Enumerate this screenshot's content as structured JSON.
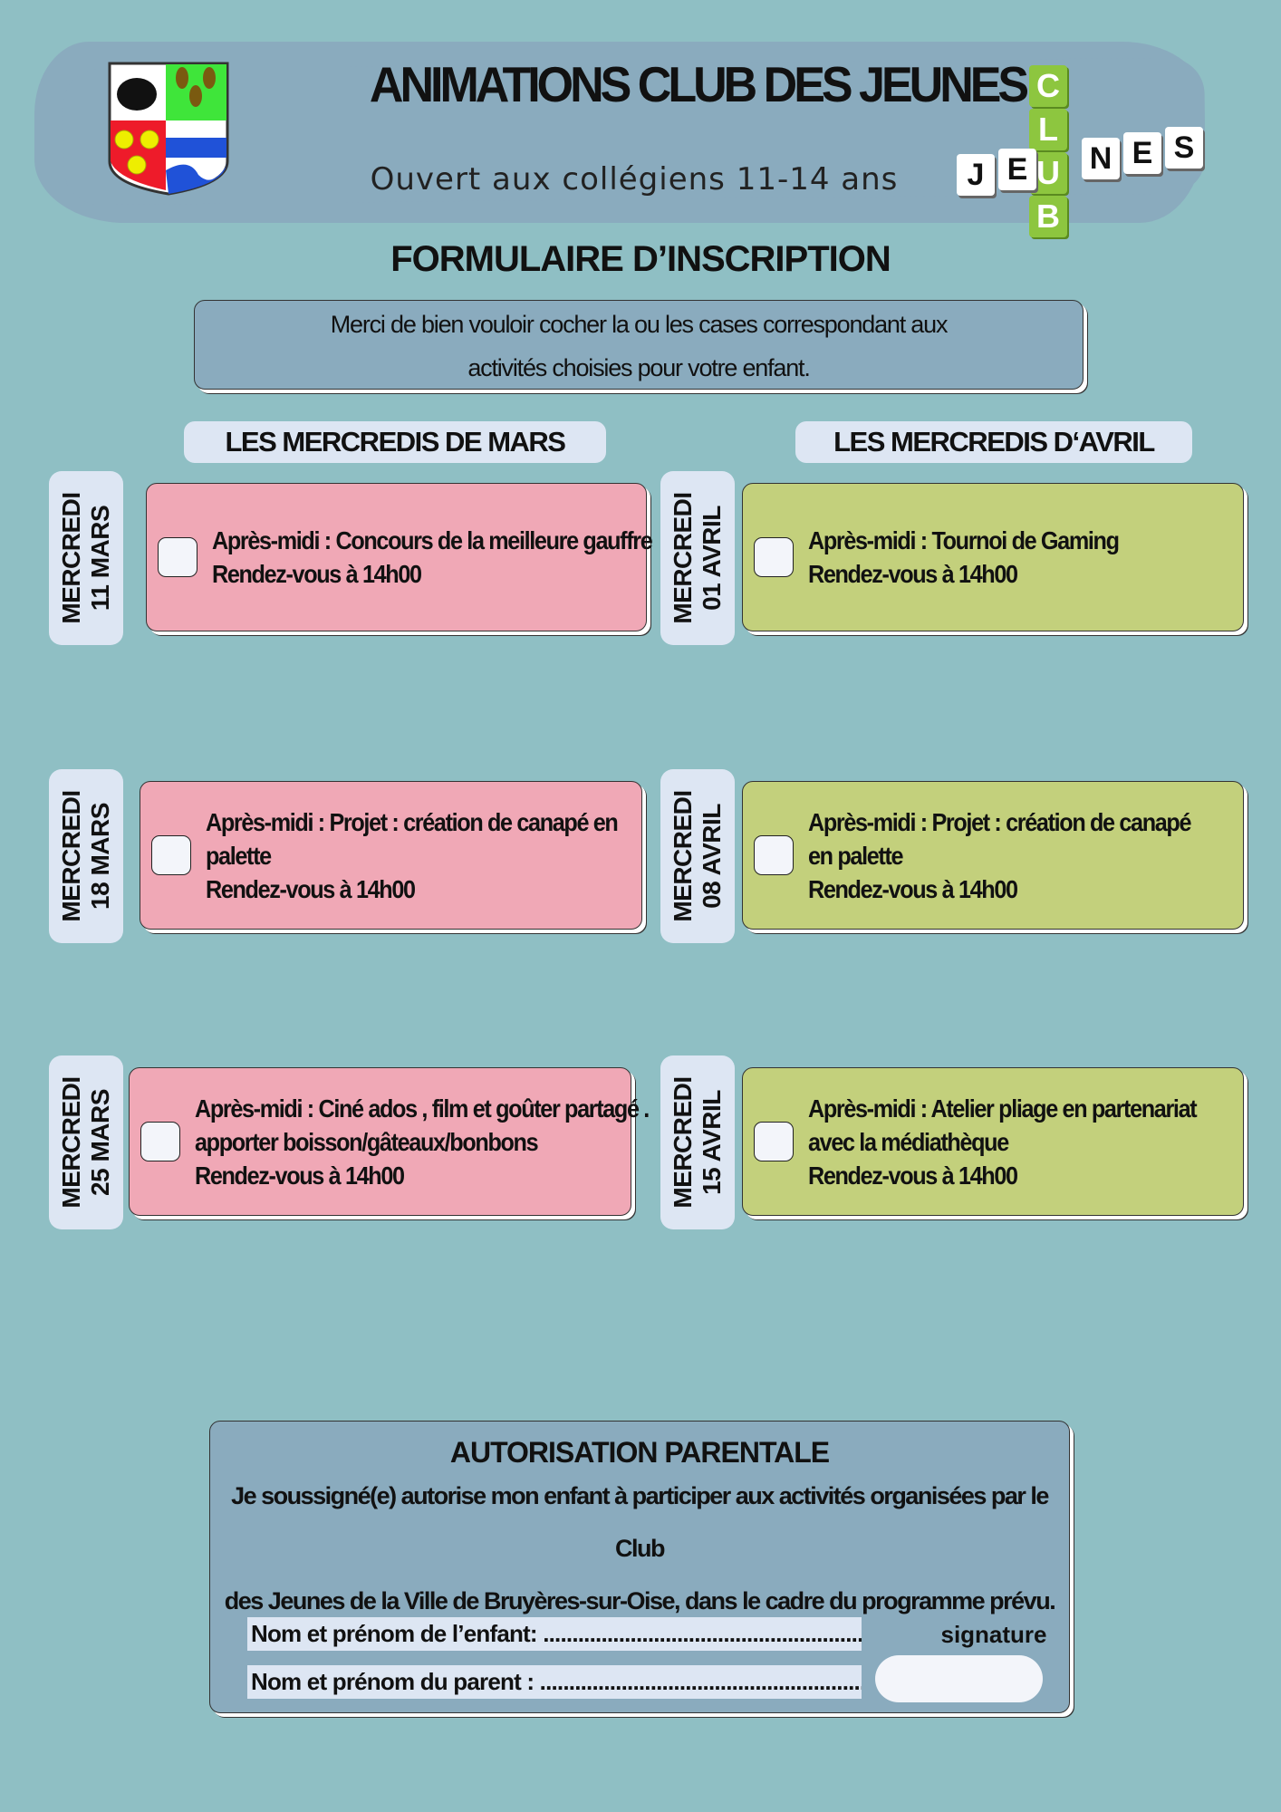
{
  "header": {
    "title": "ANIMATIONS CLUB DES JEUNES",
    "subtitle": "Ouvert aux collégiens 11-14 ans",
    "logo_letters_vertical": "CLUB",
    "logo_letters_horizontal": "JEUNES"
  },
  "form_title": "FORMULAIRE D’INSCRIPTION",
  "intro": {
    "line1": "Merci de bien vouloir cocher la ou les cases correspondant aux",
    "line2": "activités choisies pour votre enfant."
  },
  "columns": [
    {
      "heading": "LES MERCREDIS DE MARS",
      "items": [
        {
          "day": "MERCREDI",
          "date": "11 MARS",
          "lines": [
            "Après-midi : Concours de la meilleure gauffre",
            "Rendez-vous à 14h00"
          ]
        },
        {
          "day": "MERCREDI",
          "date": "18 MARS",
          "lines": [
            "Après-midi : Projet : création de canapé en",
            "palette",
            "Rendez-vous à 14h00"
          ]
        },
        {
          "day": "MERCREDI",
          "date": "25 MARS",
          "lines": [
            "Après-midi : Ciné ados , film et goûter partagé .",
            "apporter boisson/gâteaux/bonbons",
            "Rendez-vous à 14h00"
          ]
        }
      ]
    },
    {
      "heading": "LES MERCREDIS D‘AVRIL",
      "items": [
        {
          "day": "MERCREDI",
          "date": "01 AVRIL",
          "lines": [
            "Après-midi : Tournoi de Gaming",
            "Rendez-vous à 14h00"
          ]
        },
        {
          "day": "MERCREDI",
          "date": "08 AVRIL",
          "lines": [
            "Après-midi : Projet : création de canapé",
            "en palette",
            "Rendez-vous à 14h00"
          ]
        },
        {
          "day": "MERCREDI",
          "date": "15 AVRIL",
          "lines": [
            "Après-midi : Atelier pliage en partenariat",
            "avec la médiathèque",
            "Rendez-vous à 14h00"
          ]
        }
      ]
    }
  ],
  "authorization": {
    "title": "AUTORISATION PARENTALE",
    "line1": "Je soussigné(e) autorise mon enfant à participer aux activités organisées par le Club",
    "line2": "des Jeunes de la Ville de Bruyères-sur-Oise, dans le cadre du programme prévu.",
    "child_field": "Nom et prénom de l’enfant: ..........................................................................",
    "parent_field": "Nom et prénom du parent : ..........................................................................",
    "signature_label": "signature"
  },
  "colors": {
    "background": "#8fbfc4",
    "panel": "#8aabbe",
    "march": "#f0a8b6",
    "april": "#c3d07c",
    "tab": "#dde6f3"
  }
}
